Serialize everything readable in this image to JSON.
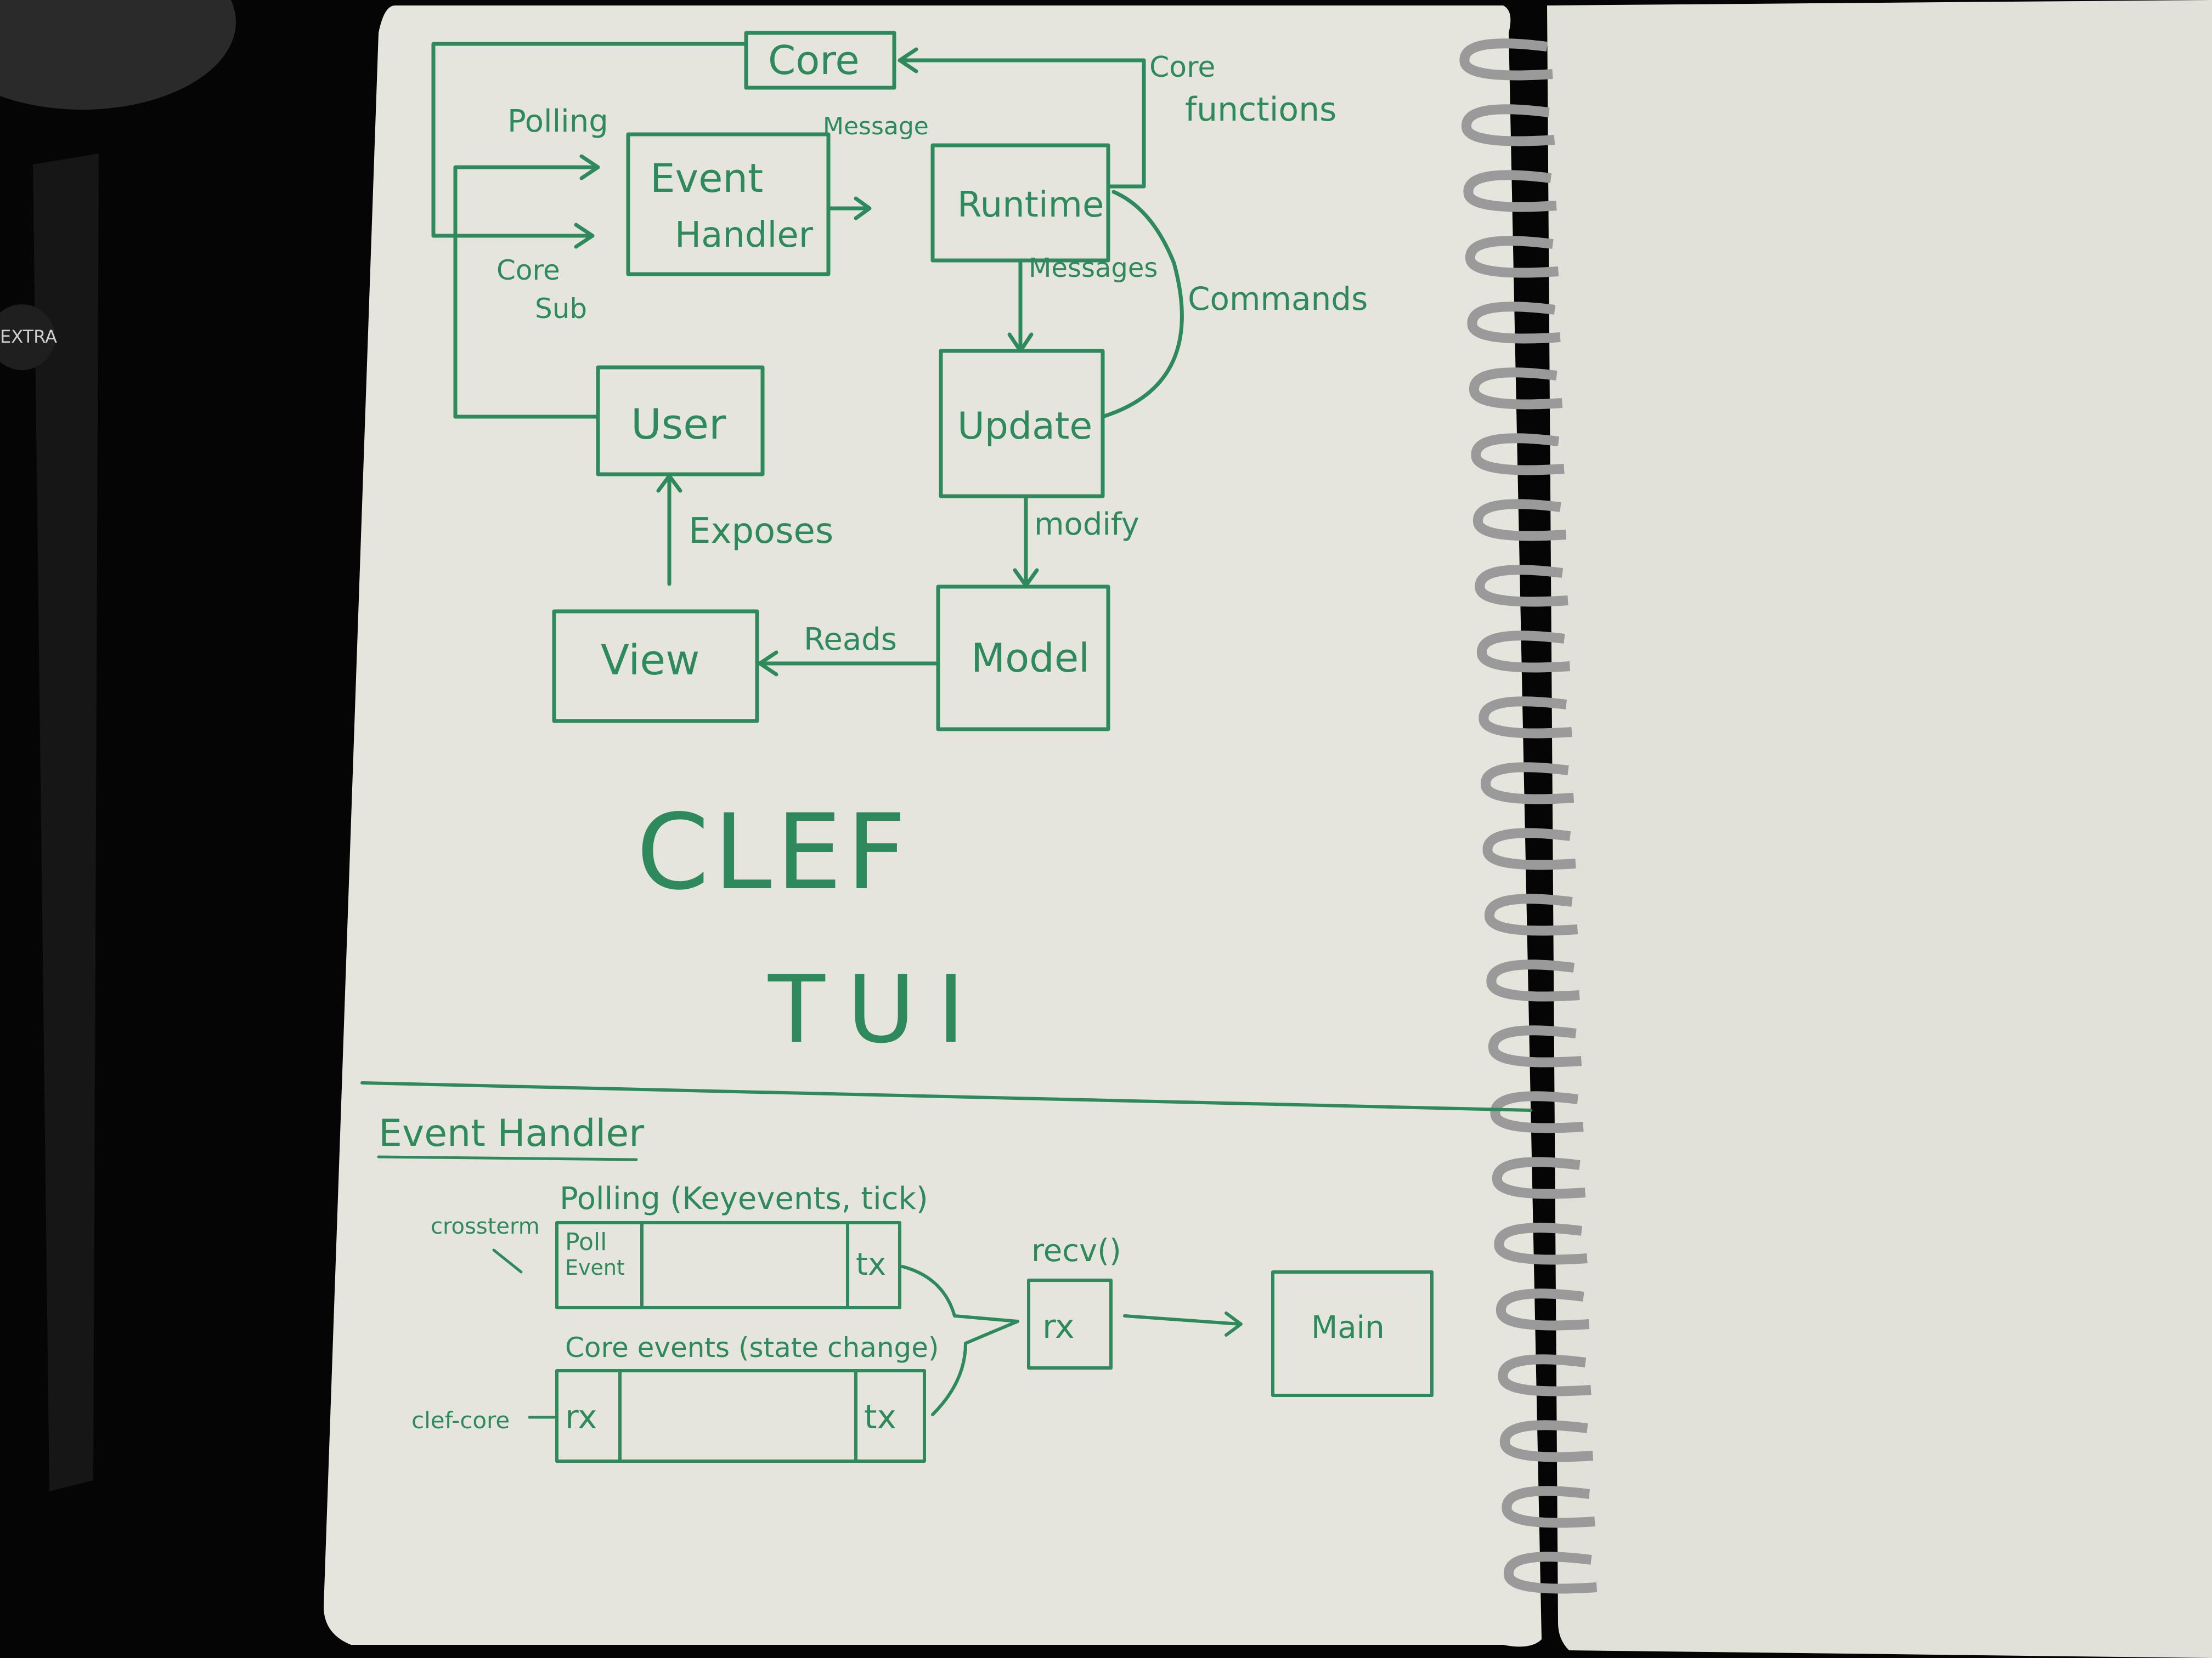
{
  "device": {
    "label": "EXTRA"
  },
  "diagram": {
    "nodes": {
      "core": "Core",
      "event_handler_line1": "Event",
      "event_handler_line2": "Handler",
      "runtime": "Runtime",
      "update": "Update",
      "user": "User",
      "view": "View",
      "model": "Model"
    },
    "edges": {
      "polling": "Polling",
      "message_line1": "Message",
      "core_functions_line1": "Core",
      "core_functions_line2": "functions",
      "messages": "Messages",
      "commands": "Commands",
      "core_sub_line1": "Core",
      "core_sub_line2": "Sub",
      "exposes": "Exposes",
      "modify": "modify",
      "reads": "Reads"
    }
  },
  "title": {
    "line1": "CLEF",
    "line2": "TUI"
  },
  "event_handler_section": {
    "heading": "Event Handler",
    "polling_label": "Polling (Keyevents, tick)",
    "crossterm": "crossterm",
    "poll_cell_line1": "Poll",
    "poll_cell_line2": "Event",
    "tx": "tx",
    "core_events_label": "Core events (state change)",
    "clef_core": "clef-core",
    "rx": "rx",
    "tx2": "tx",
    "recv": "recv()",
    "rx_box": "rx",
    "main": "Main"
  },
  "colors": {
    "ink": "#2e8a5c",
    "paper": "#e9e8e0",
    "background": "#050505",
    "spiral": "#9a9a9a"
  }
}
